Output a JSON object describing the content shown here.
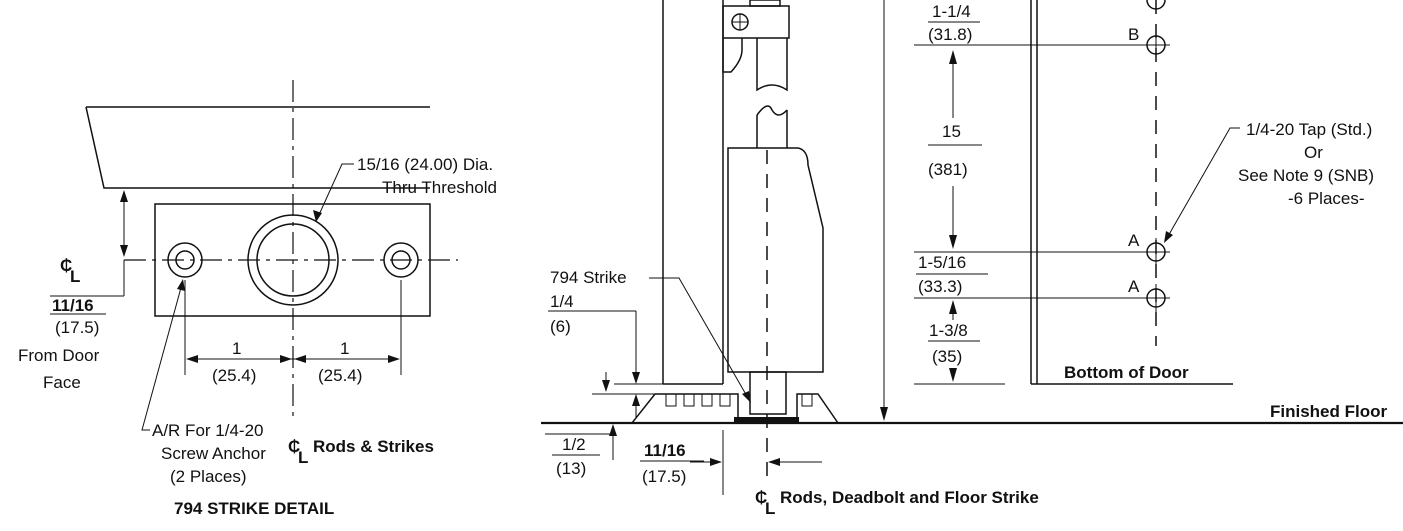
{
  "strike_detail": {
    "title": "794 STRIKE DETAIL",
    "hole_callout": [
      "15/16 (24.00) Dia.",
      "Thru Threshold"
    ],
    "cl_symbol": "₵",
    "cl_sub": "L",
    "offset_bold": "11/16",
    "offset_mm": "(17.5)",
    "offset_note": [
      "From Door",
      "Face"
    ],
    "spacing_left": "1",
    "spacing_left_mm": "(25.4)",
    "spacing_right": "1",
    "spacing_right_mm": "(25.4)",
    "anchor_note": [
      "A/R For 1/4-20",
      "Screw Anchor",
      "(2 Places)"
    ],
    "rods_strikes_label": "Rods & Strikes"
  },
  "elevation": {
    "strike_label": "794 Strike",
    "dim_quarter": "1/4",
    "dim_quarter_mm": "(6)",
    "dim_half": "1/2",
    "dim_half_mm": "(13)",
    "dim_offset_bold": "11/16",
    "dim_offset_mm": "(17.5)",
    "cl_label": "Rods, Deadbolt and Floor Strike",
    "floor_label": "Finished Floor"
  },
  "door_edge": {
    "dim_top": "1-1/4",
    "dim_top_mm": "(31.8)",
    "dim_mid": "15",
    "dim_mid_mm": "(381)",
    "dim_a": "1-5/16",
    "dim_a_mm": "(33.3)",
    "dim_bottom": "1-3/8",
    "dim_bottom_mm": "(35)",
    "hole_b": "B",
    "hole_a1": "A",
    "hole_a2": "A",
    "tap_note": [
      "1/4-20 Tap (Std.)",
      "Or",
      "See Note 9 (SNB)",
      "-6 Places-"
    ],
    "bottom_label": "Bottom of Door"
  }
}
